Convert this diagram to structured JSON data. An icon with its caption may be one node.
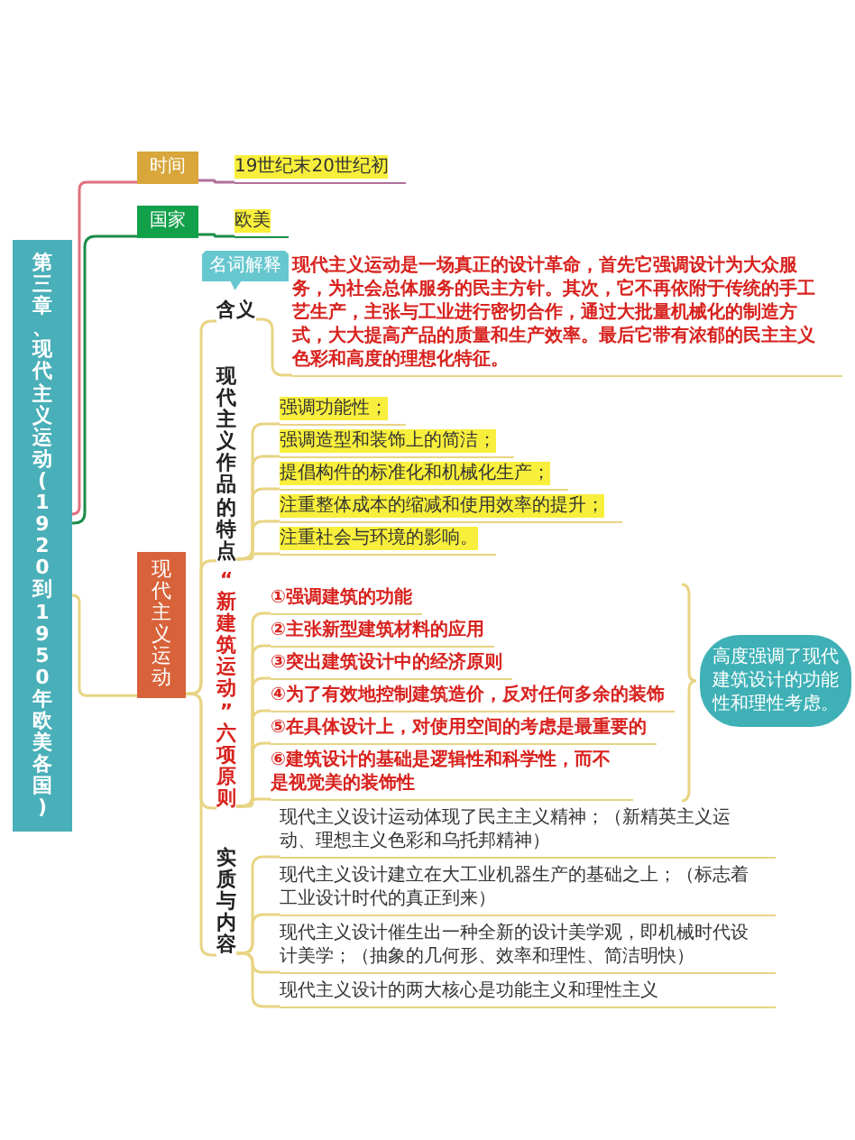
{
  "diagram": {
    "nodes": [
      {
        "text": [
          "第三章、现代主义运动(1920到1950年欧美各国)"
        ]
      },
      {
        "text": [
          "时间"
        ]
      },
      {
        "text": [
          "19世纪末20世纪初"
        ]
      },
      {
        "text": [
          "国家"
        ]
      },
      {
        "text": [
          "欧美"
        ]
      },
      {
        "text": [
          "现代主义运动"
        ]
      },
      {
        "text": [
          "名词解释"
        ]
      },
      {
        "text": [
          "含义"
        ]
      },
      {
        "text": [
          "现代主义运动是一场真正的设计革命，首先它强调设计为大众服务，为社会总体服务的民主方针。其次，它不再依附于传统的手工艺生产，主张与工业进行密切合作，通过大批量机械化的制造方式，大大提高产品的质量和生产效率。最后它带有浓郁的民主主义色彩和高度的理想化特征。"
        ]
      },
      {
        "text": [
          "现代主义作品的特点"
        ]
      },
      {
        "text": [
          "强调功能性；"
        ]
      },
      {
        "text": [
          "强调造型和装饰上的简洁；"
        ]
      },
      {
        "text": [
          "提倡构件的标准化和机械化生产；"
        ]
      },
      {
        "text": [
          "注重整体成本的缩减和使用效率的提升；"
        ]
      },
      {
        "text": [
          "注重社会与环境的影响。"
        ]
      },
      {
        "text": [
          "“新建筑运动”六项原则"
        ]
      },
      {
        "text": [
          "①强调建筑的功能"
        ]
      },
      {
        "text": [
          "②主张新型建筑材料的应用"
        ]
      },
      {
        "text": [
          "③突出建筑设计中的经济原则"
        ]
      },
      {
        "text": [
          "④为了有效地控制建筑造价，反对任何多余的装饰"
        ]
      },
      {
        "text": [
          "⑤在具体设计上，对使用空间的考虑是最重要的"
        ]
      },
      {
        "text": [
          "⑥建筑设计的基础是逻辑性和科学性，而不是视觉美的装饰性"
        ]
      },
      {
        "text": [
          "高度强调了现代建筑设计的功能性和理性考虑。"
        ]
      },
      {
        "text": [
          "实质与内容"
        ]
      },
      {
        "text": [
          "现代主义设计运动体现了民主主义精神；（新精英主义运动、理想主义色彩和乌托邦精神）"
        ]
      },
      {
        "text": [
          "现代主义设计建立在大工业机器生产的基础之上；（标志着工业设计时代的真正到来）"
        ]
      },
      {
        "text": [
          "现代主义设计催生出一种全新的设计美学观，即机械时代设计美学；（抽象的几何形、效率和理性、简洁明快）"
        ]
      },
      {
        "text": [
          "现代主义设计的两大核心是功能主义和理性主义"
        ]
      }
    ],
    "edges": [
      {
        "from": 0,
        "to": 1,
        "arrow": "none",
        "color": "#e0707f"
      },
      {
        "from": 1,
        "to": 2,
        "arrow": "none",
        "color": "#b0709c"
      },
      {
        "from": 0,
        "to": 3,
        "arrow": "none",
        "color": "#1b8c4a"
      },
      {
        "from": 3,
        "to": 4,
        "arrow": "none",
        "color": "#1b8c4a"
      },
      {
        "from": 0,
        "to": 5,
        "arrow": "none"
      },
      {
        "from": 5,
        "to": 7,
        "arrow": "none"
      },
      {
        "from": 5,
        "to": 9,
        "arrow": "none"
      },
      {
        "from": 5,
        "to": 15,
        "arrow": "none"
      },
      {
        "from": 5,
        "to": 23,
        "arrow": "none"
      },
      {
        "from": 7,
        "to": 8,
        "arrow": "none"
      },
      {
        "from": 9,
        "to": 10,
        "arrow": "none"
      },
      {
        "from": 9,
        "to": 11,
        "arrow": "none"
      },
      {
        "from": 9,
        "to": 12,
        "arrow": "none"
      },
      {
        "from": 9,
        "to": 13,
        "arrow": "none"
      },
      {
        "from": 9,
        "to": 14,
        "arrow": "none"
      },
      {
        "from": 15,
        "to": 16,
        "arrow": "none"
      },
      {
        "from": 15,
        "to": 17,
        "arrow": "none"
      },
      {
        "from": 15,
        "to": 18,
        "arrow": "none"
      },
      {
        "from": 15,
        "to": 19,
        "arrow": "none"
      },
      {
        "from": 15,
        "to": 20,
        "arrow": "none"
      },
      {
        "from": 15,
        "to": 21,
        "arrow": "none"
      },
      {
        "from": 23,
        "to": 24,
        "arrow": "none"
      },
      {
        "from": 23,
        "to": 25,
        "arrow": "none"
      },
      {
        "from": 23,
        "to": 26,
        "arrow": "none"
      },
      {
        "from": 23,
        "to": 27,
        "arrow": "none"
      }
    ]
  }
}
